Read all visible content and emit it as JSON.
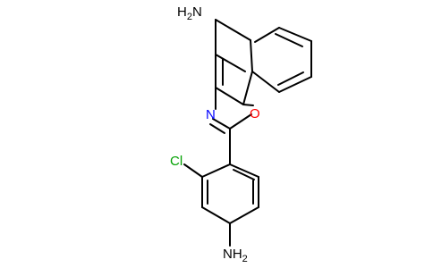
{
  "atoms": {
    "amine_top": {
      "label": "H",
      "sub": "2",
      "label2": "N",
      "color": "#000000"
    },
    "nitrogen": {
      "label": "N",
      "color": "#0000ff"
    },
    "oxygen": {
      "label": "O",
      "color": "#ff0000"
    },
    "chlorine": {
      "label": "Cl",
      "color": "#00a000"
    },
    "amine_bottom": {
      "label": "NH",
      "sub": "2",
      "color": "#000000"
    }
  },
  "colors": {
    "bond": "#000000",
    "nitrogen": "#0000ff",
    "oxygen": "#ff0000",
    "chlorine": "#00a000"
  }
}
